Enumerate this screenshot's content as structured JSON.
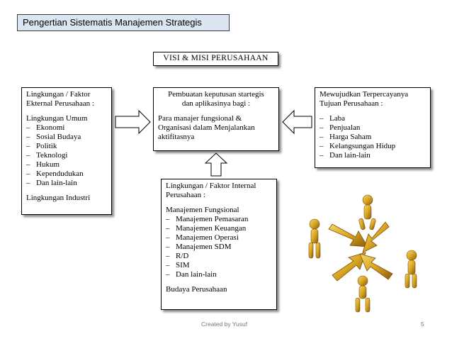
{
  "slide_title": "Pengertian Sistematis Manajemen Strategis",
  "visi_box": {
    "label": "VISI & MISI PERUSAHAAN"
  },
  "external_box": {
    "heading": [
      "Lingkungan / Faktor",
      "Ekternal Perusahaan :"
    ],
    "subheading": "Lingkungan Umum",
    "items": [
      "Ekonomi",
      "Sosial Budaya",
      "Politik",
      "Teknologi",
      "Hukum",
      "Kependudukan",
      "Dan lain-lain"
    ],
    "footer": "Lingkungan Industri"
  },
  "center_box": {
    "heading": [
      "Pembuatan keputusan startegis",
      "dan aplikasinya bagi :"
    ],
    "body": [
      "Para manajer fungsional &",
      "Organisasi dalam Menjalankan",
      "aktifitasnya"
    ]
  },
  "right_box": {
    "heading": [
      "Mewujudkan Terpercayanya",
      "Tujuan Perusahaan :"
    ],
    "items": [
      "Laba",
      "Penjualan",
      "Harga Saham",
      "Kelangsungan Hidup",
      "Dan lain-lain"
    ]
  },
  "internal_box": {
    "heading": [
      "Lingkungan / Faktor Internal",
      "Perusahaan :"
    ],
    "subheading": "Manajemen Fungsional",
    "items": [
      "Manajemen Pemasaran",
      "Manajemen Keuangan",
      "Manajemen Operasi",
      "Manajemen SDM",
      "R/D",
      "SIM",
      "Dan lain-lain"
    ],
    "footer": "Budaya Perusahaan"
  },
  "footer": {
    "credit": "Created by Yusuf",
    "page_number": "5"
  },
  "colors": {
    "title_bg": "#dbe6f3",
    "illustration_gold": "#d9a521"
  }
}
